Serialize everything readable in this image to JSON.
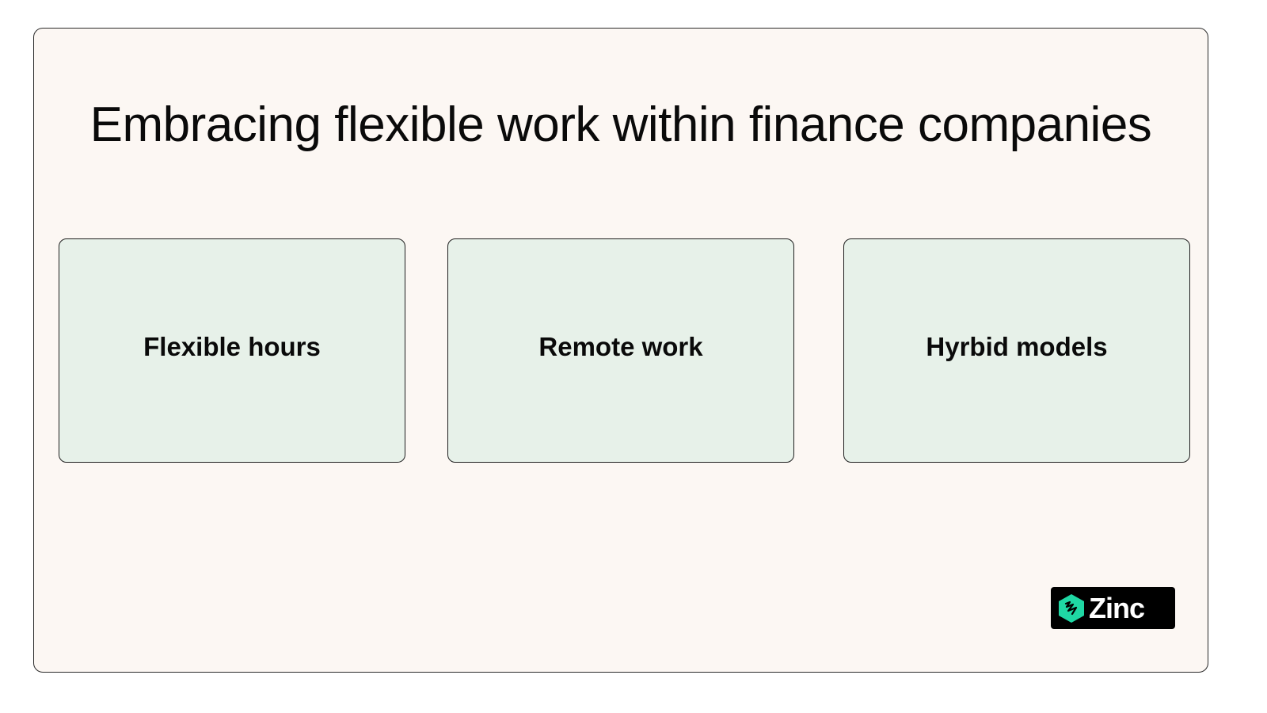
{
  "slide": {
    "title": "Embracing flexible work within finance companies",
    "cards": [
      {
        "label": "Flexible hours"
      },
      {
        "label": "Remote work"
      },
      {
        "label": "Hyrbid models"
      }
    ],
    "logo": {
      "text": "Zinc",
      "icon": "zinc-hexagon-icon",
      "accent_color": "#1fd8a4",
      "background_color": "#000000"
    },
    "colors": {
      "background": "#fcf7f3",
      "card_fill": "#e7f1e9",
      "border": "#1f1f1f"
    }
  }
}
